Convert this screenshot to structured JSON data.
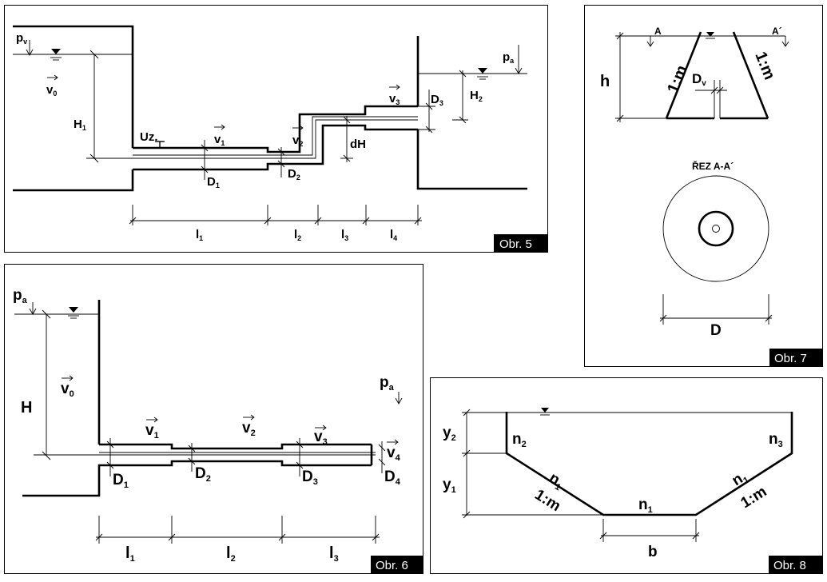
{
  "fig5": {
    "badge": "Obr. 5",
    "labels": {
      "pv_main": "p",
      "pv_sub": "v",
      "v0_main": "v",
      "v0_sub": "0",
      "H1_main": "H",
      "H1_sub": "1",
      "uz": "Uz.",
      "v1_main": "v",
      "v1_sub": "1",
      "v2_main": "v",
      "v2_sub": "2",
      "v3_main": "v",
      "v3_sub": "3",
      "D1_main": "D",
      "D1_sub": "1",
      "D2_main": "D",
      "D2_sub": "2",
      "D3_main": "D",
      "D3_sub": "3",
      "dH": "dH",
      "pa_main": "p",
      "pa_sub": "a",
      "H2_main": "H",
      "H2_sub": "2",
      "l1_main": "l",
      "l1_sub": "1",
      "l2_main": "l",
      "l2_sub": "2",
      "l3_main": "l",
      "l3_sub": "3",
      "l4_main": "l",
      "l4_sub": "4"
    }
  },
  "fig6": {
    "badge": "Obr. 6",
    "labels": {
      "pa_main": "p",
      "pa_sub": "a",
      "pa2_main": "p",
      "pa2_sub": "a",
      "H": "H",
      "v0_main": "v",
      "v0_sub": "0",
      "v1_main": "v",
      "v1_sub": "1",
      "v2_main": "v",
      "v2_sub": "2",
      "v3_main": "v",
      "v3_sub": "3",
      "v4_main": "v",
      "v4_sub": "4",
      "D1_main": "D",
      "D1_sub": "1",
      "D2_main": "D",
      "D2_sub": "2",
      "D3_main": "D",
      "D3_sub": "3",
      "D4_main": "D",
      "D4_sub": "4",
      "l1_main": "l",
      "l1_sub": "1",
      "l2_main": "l",
      "l2_sub": "2",
      "l3_main": "l",
      "l3_sub": "3"
    }
  },
  "fig7": {
    "badge": "Obr. 7",
    "labels": {
      "A": "A",
      "A2": "A´",
      "h": "h",
      "slope_left": "1:m",
      "slope_right": "1:m",
      "Dv_main": "D",
      "Dv_sub": "v",
      "section": "ŘEZ A-A´",
      "D": "D"
    }
  },
  "fig8": {
    "badge": "Obr. 8",
    "labels": {
      "y2_main": "y",
      "y2_sub": "2",
      "y1_main": "y",
      "y1_sub": "1",
      "n2_main": "n",
      "n2_sub": "2",
      "n3_main": "n",
      "n3_sub": "3",
      "n1a_main": "n",
      "n1a_sub": "1",
      "n1b_main": "n",
      "n1b_sub": "1",
      "n1c_main": "n",
      "n1c_sub": "1",
      "slope_left": "1:m",
      "slope_right": "1:m",
      "b": "b"
    }
  }
}
